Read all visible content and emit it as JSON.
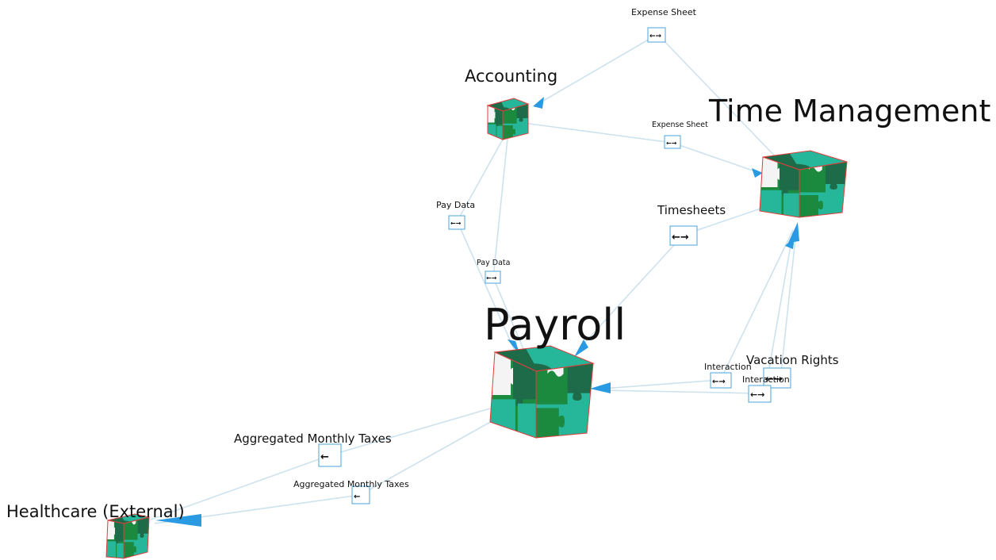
{
  "colors": {
    "edge": "#cde2ee",
    "arrow": "#2a9be3",
    "cube_border": "#e23b3b",
    "cube_dark": "#1e6b4a",
    "cube_green": "#1b8a3f",
    "cube_teal": "#26b79a",
    "cube_white": "#f4f4f4",
    "msg_border": "#4aa3d8"
  },
  "systems": [
    {
      "id": "accounting",
      "label": "Accounting"
    },
    {
      "id": "time-management",
      "label": "Time Management"
    },
    {
      "id": "payroll",
      "label": "Payroll"
    },
    {
      "id": "healthcare-external",
      "label": "Healthcare (External)"
    }
  ],
  "messages": [
    {
      "id": "expense-sheet-top",
      "label": "Expense Sheet"
    },
    {
      "id": "expense-sheet-mid",
      "label": "Expense Sheet"
    },
    {
      "id": "pay-data-1",
      "label": "Pay Data"
    },
    {
      "id": "pay-data-2",
      "label": "Pay Data"
    },
    {
      "id": "timesheets",
      "label": "Timesheets"
    },
    {
      "id": "interaction-1",
      "label": "Interaction"
    },
    {
      "id": "interaction-2",
      "label": "Interaction"
    },
    {
      "id": "vacation-rights",
      "label": "Vacation Rights"
    },
    {
      "id": "aggregated-monthly-taxes-1",
      "label": "Aggregated Monthly Taxes"
    },
    {
      "id": "aggregated-monthly-taxes-2",
      "label": "Aggregated Monthly Taxes"
    }
  ],
  "icons": {
    "system": "puzzle-cube-icon",
    "message": "message-flow-icon",
    "direction": "arrow-cone-icon"
  }
}
